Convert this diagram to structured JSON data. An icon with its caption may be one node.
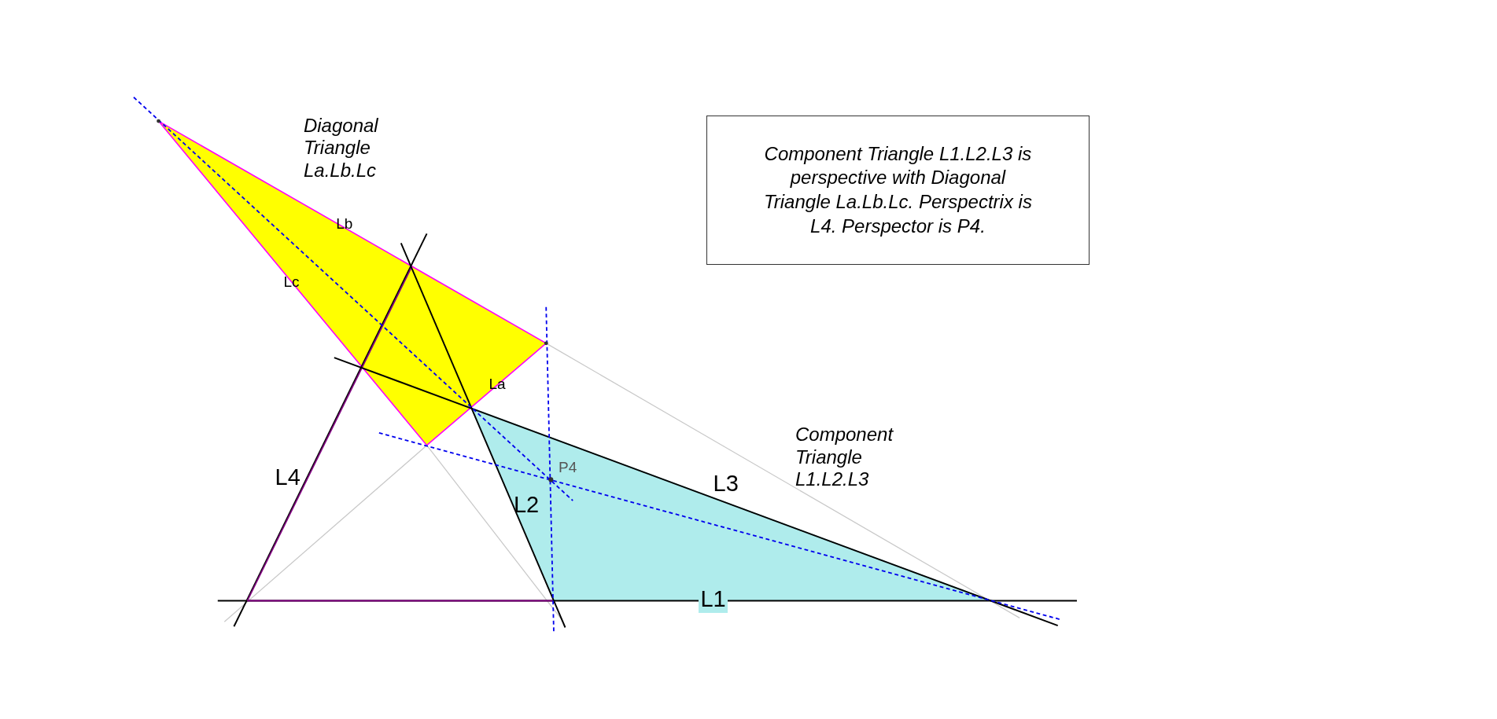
{
  "diagram": {
    "nodes": [
      {
        "text": [
          "Component Triangle L1.L2.L3 is perspective with Diagonal Triangle La.Lb.Lc. Perspectrix is L4. Perspector is P4."
        ]
      }
    ],
    "labels": [
      "Diagonal Triangle La.Lb.Lc",
      "Lb",
      "Lc",
      "La",
      "Component Triangle L1.L2.L3",
      "P4",
      "L4",
      "L3",
      "L2",
      "L1"
    ]
  }
}
